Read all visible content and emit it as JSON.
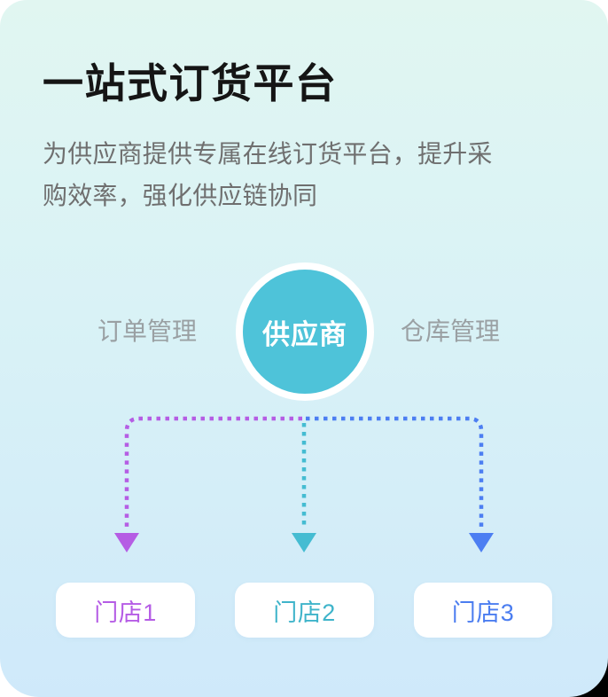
{
  "page": {
    "title": "一站式订货平台",
    "subtitle": "为供应商提供专属在线订货平台，提升采购效率，强化供应链协同"
  },
  "diagram": {
    "left_label": "订单管理",
    "center_node": "供应商",
    "right_label": "仓库管理",
    "stores": [
      {
        "label": "门店1",
        "color": "#b55ce5"
      },
      {
        "label": "门店2",
        "color": "#3fb4ca"
      },
      {
        "label": "门店3",
        "color": "#4b7df0"
      }
    ],
    "colors": {
      "node_fill": "#4ec3d9",
      "arrow_purple": "#b55de4",
      "arrow_teal": "#45bcd2",
      "arrow_blue": "#4c7ef2"
    }
  }
}
